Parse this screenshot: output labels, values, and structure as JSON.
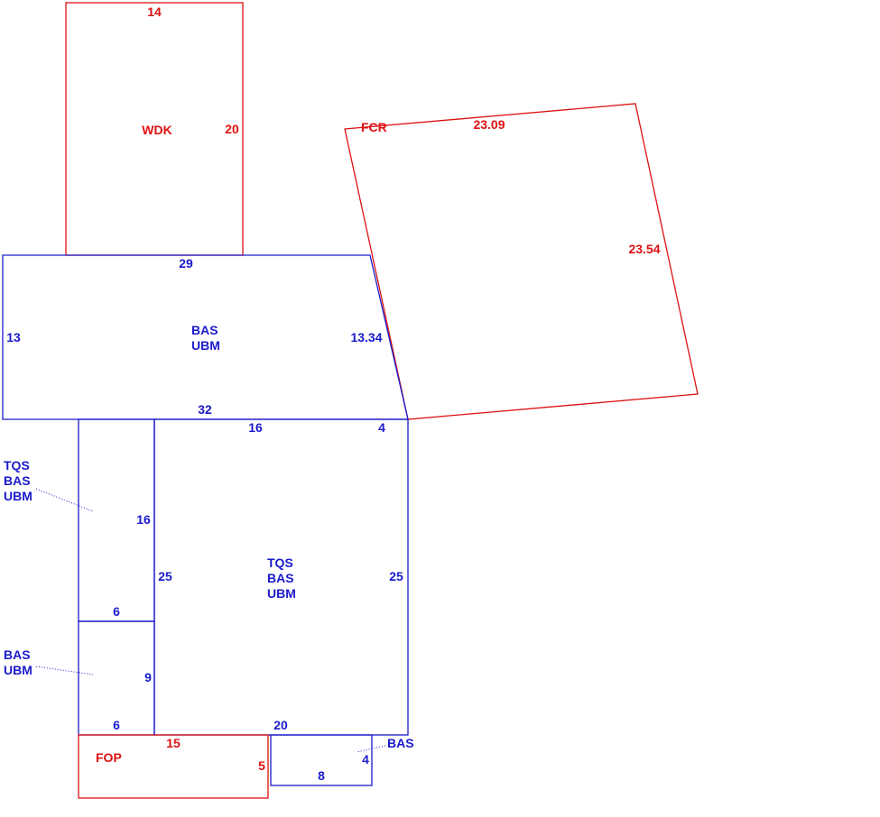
{
  "colors": {
    "exterior": "#dd1111",
    "living": "#1a1acc",
    "background": "#ffffff"
  },
  "wdk": {
    "code": "WDK",
    "top": "14",
    "right": "20"
  },
  "fcr": {
    "code": "FCR",
    "top": "23.09",
    "right": "23.54"
  },
  "main": {
    "code1": "BAS",
    "code2": "UBM",
    "top": "29",
    "left": "13",
    "right": "13.34",
    "bottom": "32"
  },
  "center": {
    "code1": "TQS",
    "code2": "BAS",
    "code3": "UBM",
    "top_a": "16",
    "top_b": "4",
    "left": "25",
    "right": "25",
    "bottom": "20"
  },
  "strip": {
    "code1": "TQS",
    "code2": "BAS",
    "code3": "UBM",
    "right": "16",
    "bottom": "6"
  },
  "small": {
    "code1": "BAS",
    "code2": "UBM",
    "right": "9",
    "bottom": "6"
  },
  "fop": {
    "code": "FOP",
    "top": "15",
    "right": "5"
  },
  "tiny": {
    "code": "BAS",
    "right": "4",
    "bottom": "8"
  }
}
